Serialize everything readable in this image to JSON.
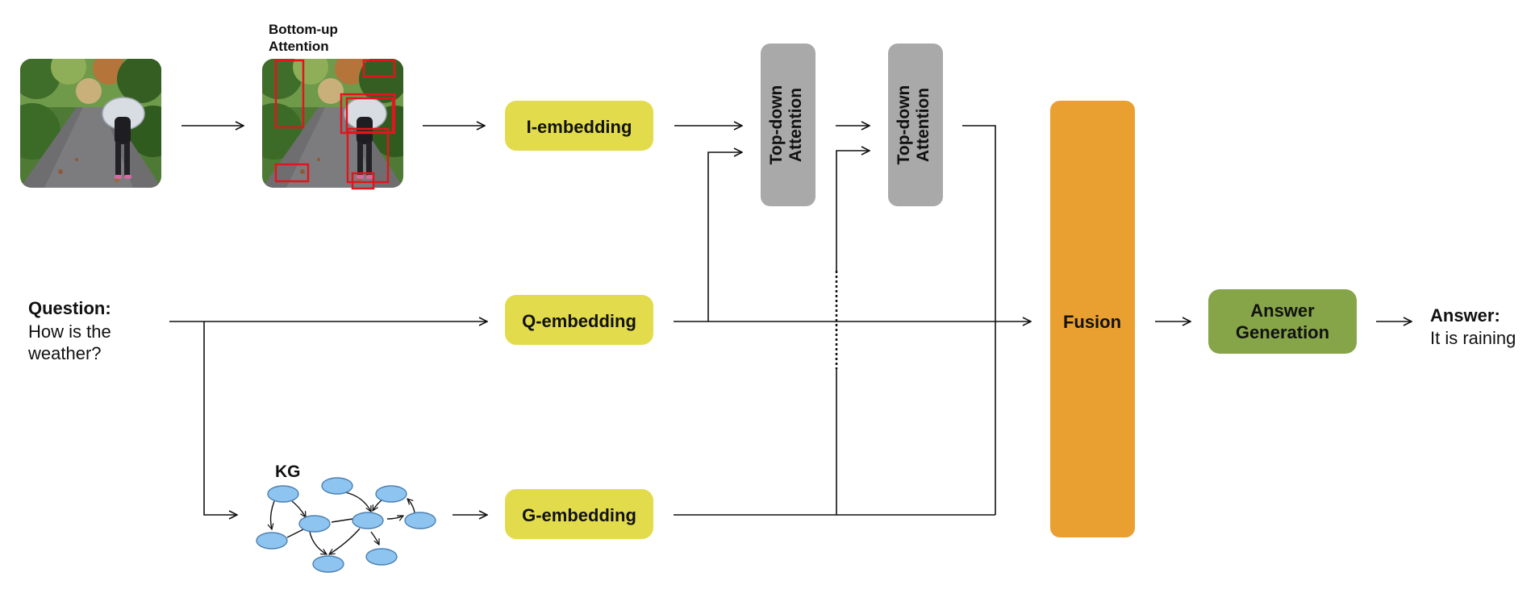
{
  "input_photo": {
    "icon": "person-with-umbrella-photo"
  },
  "bottom_up": {
    "label_line1": "Bottom-up",
    "label_line2": "Attention",
    "icon": "photo-with-region-boxes"
  },
  "embeddings": {
    "i": "I-embedding",
    "q": "Q-embedding",
    "g": "G-embedding"
  },
  "topdown": {
    "line1": "Top-down",
    "line2": "Attention"
  },
  "fusion": {
    "label": "Fusion"
  },
  "answer_gen": {
    "line1": "Answer",
    "line2": "Generation"
  },
  "question": {
    "title": "Question:",
    "line1": "How is the",
    "line2": "weather?"
  },
  "answer": {
    "title": "Answer:",
    "line1": "It is raining"
  },
  "kg": {
    "label": "KG"
  },
  "colors": {
    "embedding": "#e2dc4c",
    "topdown": "#a9a9a9",
    "fusion": "#e9a030",
    "answer_gen": "#86a548",
    "kg_node": "#8ec4f0",
    "region_box": "#e0161e"
  }
}
